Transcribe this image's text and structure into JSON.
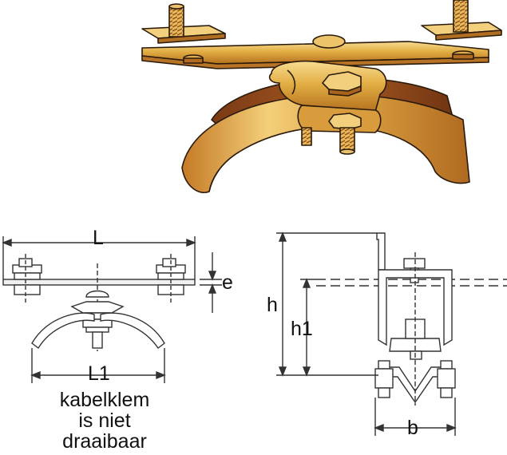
{
  "colors": {
    "brass": "#e0ae42",
    "brass_light": "#f6d88c",
    "brass_dark": "#a8641e",
    "copper_shadow": "#8a4a1c",
    "outline": "#222222",
    "drawing_line": "#333333"
  },
  "top_view": {
    "dimensions": {
      "length_label": "L",
      "thickness_label": "e",
      "inner_length_label": "L1"
    },
    "note": [
      "kabelklem",
      "is niet",
      "draaibaar"
    ]
  },
  "side_view": {
    "dimensions": {
      "height_label": "h",
      "height1_label": "h1",
      "width_label": "b"
    }
  }
}
